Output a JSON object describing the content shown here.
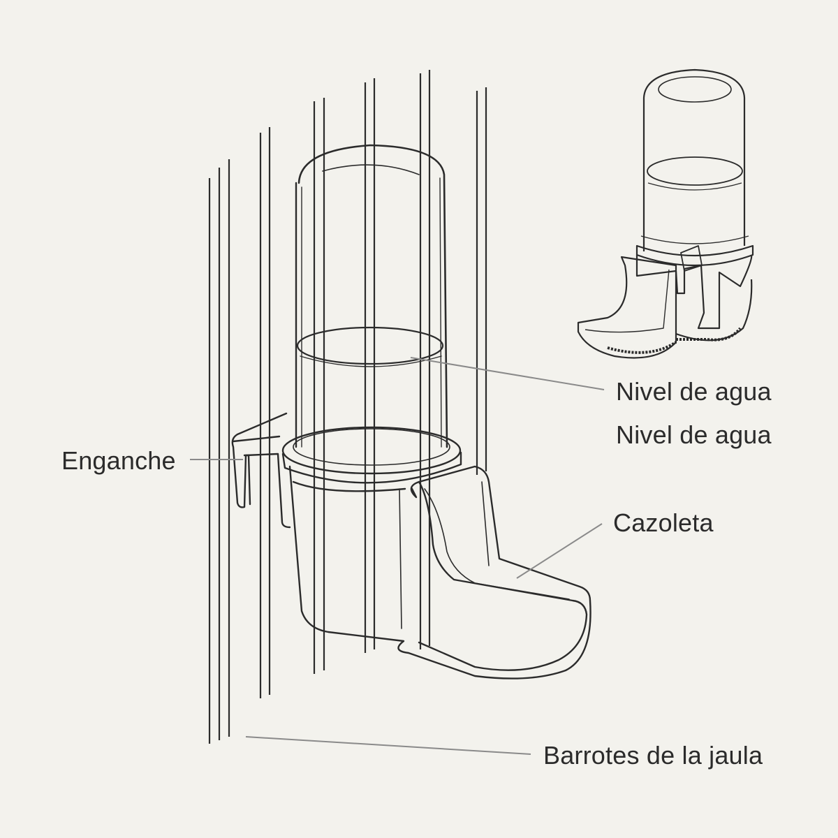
{
  "labels": {
    "enganche": "Enganche",
    "nivel_agua_1": "Nivel de agua",
    "nivel_agua_2": "Nivel de agua",
    "cazoleta": "Cazoleta",
    "barrotes": "Barrotes de la jaula"
  },
  "colors": {
    "background": "#f3f2ed",
    "line": "#2b2b2b",
    "leader": "#8a8a8a",
    "text": "#2b2b2b"
  }
}
